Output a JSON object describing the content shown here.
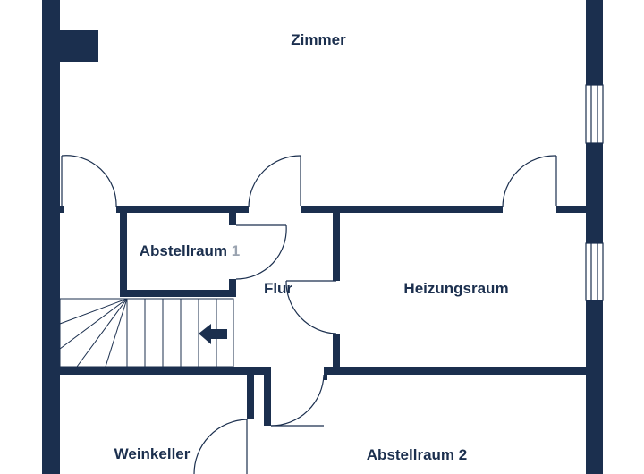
{
  "colors": {
    "wall": "#1b2f4e",
    "window": "#ffffff",
    "background": "#ffffff",
    "label": "#1b2f4e",
    "label_number_muted": "#9aa3b0"
  },
  "rooms": {
    "zimmer": "Zimmer",
    "abstellraum1_name": "Abstellraum",
    "abstellraum1_number": "1",
    "flur": "Flur",
    "heizungsraum": "Heizungsraum",
    "weinkeller": "Weinkeller",
    "abstellraum2": "Abstellraum 2"
  },
  "icons": {
    "stair_direction": "arrow-left-icon"
  }
}
